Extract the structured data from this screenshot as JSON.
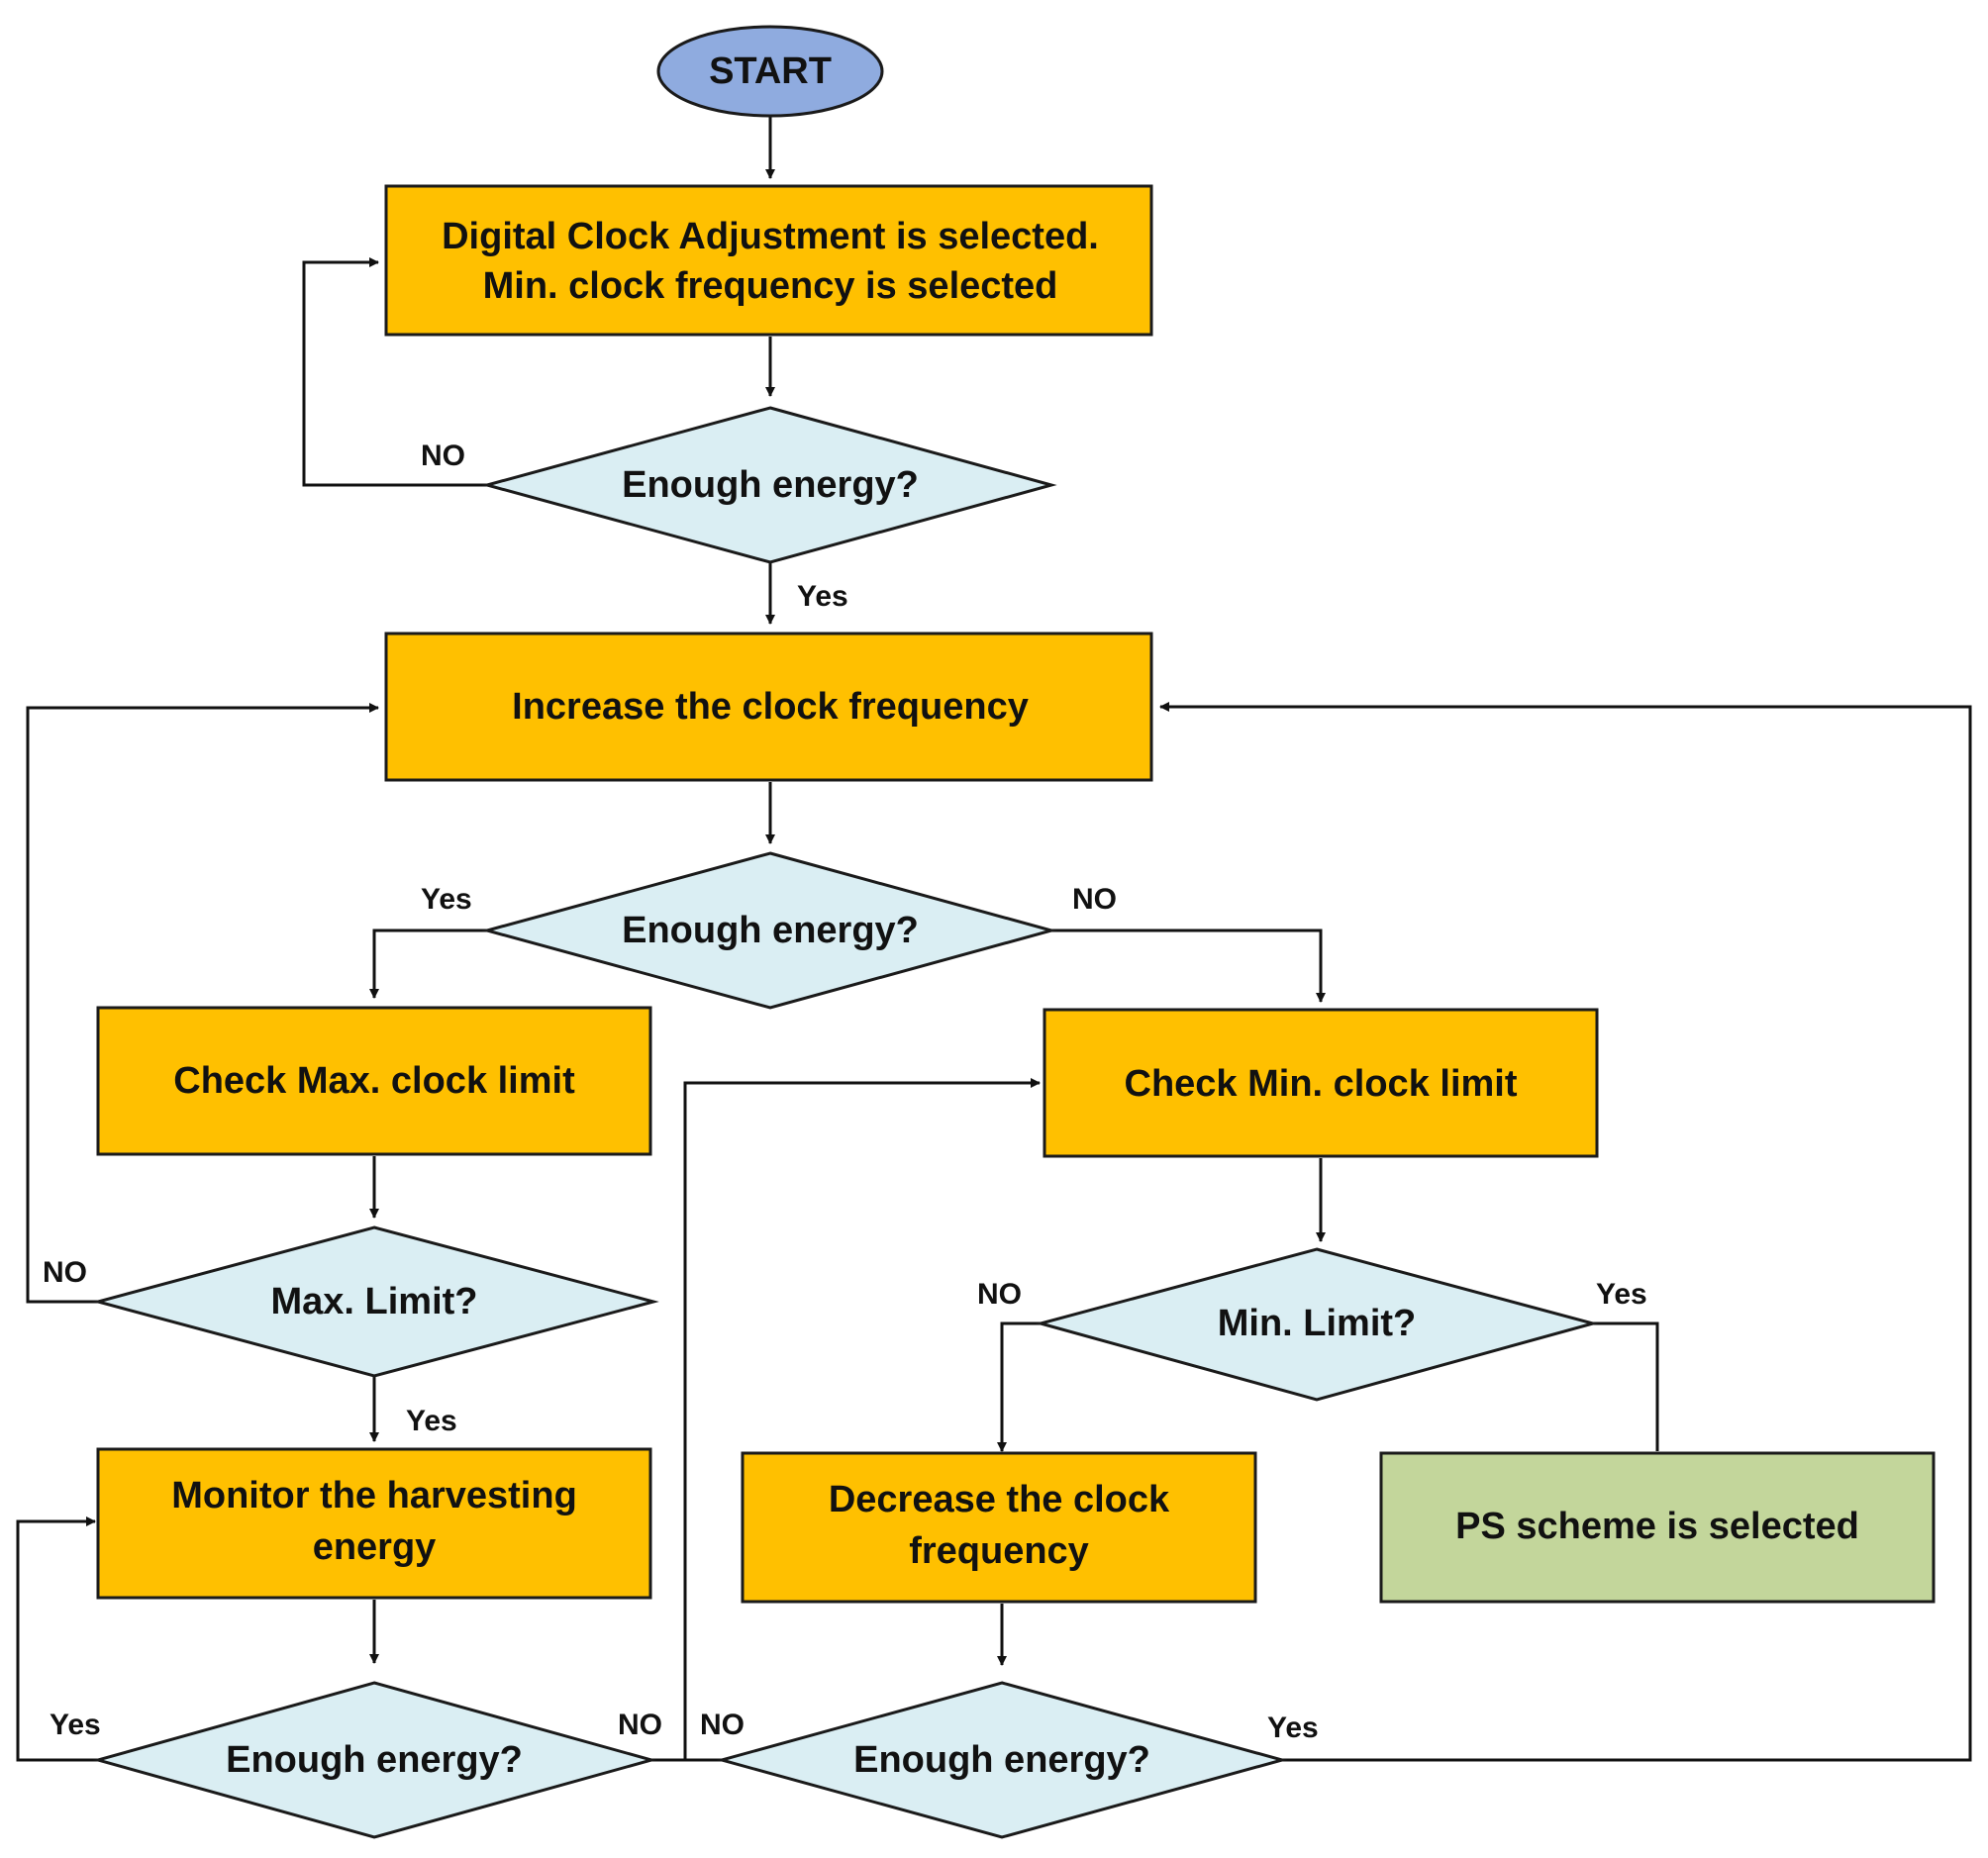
{
  "colors": {
    "start": "#8fabdf",
    "process": "#ffc000",
    "decision": "#daeef3",
    "final": "#c3d69b",
    "line": "#111111"
  },
  "nodes": {
    "start": "START",
    "digital_clock": [
      "Digital Clock Adjustment is selected.",
      "Min. clock frequency is selected"
    ],
    "enough_energy_1": "Enough energy?",
    "increase_clock": "Increase the clock frequency",
    "enough_energy_2": "Enough energy?",
    "check_max": "Check Max. clock limit",
    "check_min": "Check Min. clock limit",
    "max_limit": "Max. Limit?",
    "min_limit": "Min. Limit?",
    "monitor": [
      "Monitor the harvesting",
      "energy"
    ],
    "decrease": [
      "Decrease the clock",
      "frequency"
    ],
    "ps_scheme": "PS scheme is selected",
    "enough_energy_3": "Enough energy?",
    "enough_energy_4": "Enough energy?"
  },
  "labels": {
    "no_1": "NO",
    "yes_1": "Yes",
    "yes_2": "Yes",
    "no_2": "NO",
    "no_3": "NO",
    "yes_3": "Yes",
    "no_4": "NO",
    "yes_4": "Yes",
    "yes_5": "Yes",
    "no_5": "NO",
    "no_6": "NO",
    "yes_6": "Yes"
  }
}
